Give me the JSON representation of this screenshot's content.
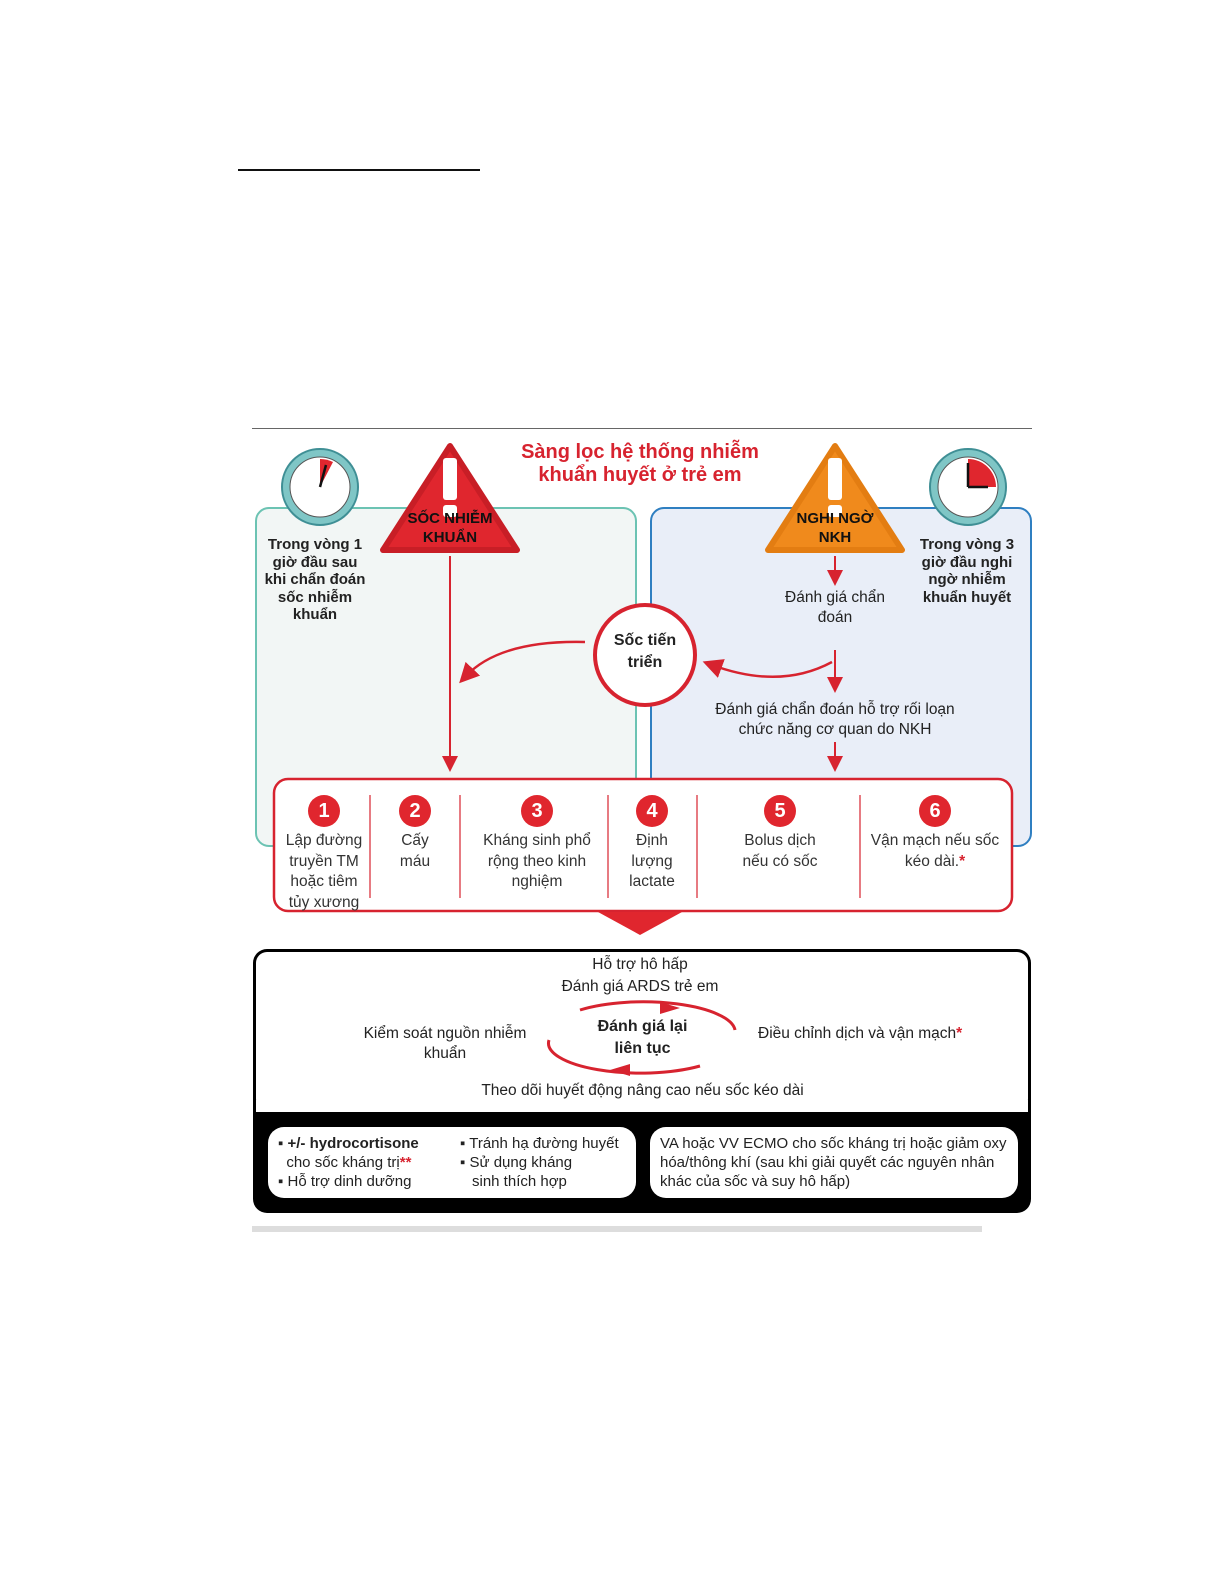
{
  "title": "Sàng lọc hệ thống nhiễm khuẩn huyết ở trẻ em",
  "left_panel": {
    "warning": "SỐC NHIỄM KHUẨN",
    "clock_note": "Trong vòng 1 giờ đầu sau khi chẩn đoán sốc nhiễm khuẩn"
  },
  "right_panel": {
    "warning": "NGHI NGỜ NKH",
    "clock_note": "Trong vòng 3 giờ đầu nghi ngờ nhiễm khuẩn huyết",
    "step_a": "Đánh giá chẩn đoán",
    "step_b": "Đánh giá chẩn đoán hỗ trợ rối loạn chức năng cơ quan do NKH"
  },
  "progress_circle": "Sốc tiến triển",
  "steps": [
    {
      "n": "1",
      "label": "Lập đường truyền TM hoặc tiêm tủy xương"
    },
    {
      "n": "2",
      "label": "Cấy máu"
    },
    {
      "n": "3",
      "label": "Kháng sinh phổ rộng theo kinh nghiệm"
    },
    {
      "n": "4",
      "label": "Định lượng lactate"
    },
    {
      "n": "5",
      "label": "Bolus dịch nếu có sốc"
    },
    {
      "n": "6",
      "label": "Vận mạch nếu sốc kéo dài.",
      "mark": "*"
    }
  ],
  "cycle": {
    "top1": "Hỗ trợ hô hấp",
    "top2": "Đánh giá ARDS trẻ em",
    "left": "Kiểm soát nguồn nhiễm khuẩn",
    "center": "Đánh giá lại liên tục",
    "right": "Điều chỉnh dịch và vận mạch",
    "right_mark": "*",
    "bottom": "Theo dõi huyết động nâng cao nếu sốc kéo dài"
  },
  "extra": {
    "b1": "+/- hydrocortisone",
    "b1b": "cho sốc kháng trị",
    "b1_mark": "**",
    "b2": "Hỗ trợ dinh dưỡng",
    "b3": "Tránh hạ đường huyết",
    "b4": "Sử dụng kháng sinh thích hợp",
    "ecmo": "VA hoặc VV ECMO cho sốc kháng trị hoặc giảm oxy hóa/thông khí (sau khi giải quyết các nguyên nhân khác của sốc và suy hô hấp)"
  },
  "colors": {
    "red": "#d7232f",
    "orange": "#f08a1c",
    "green_border": "#6cc3b3",
    "blue_border": "#2f7fc1"
  }
}
